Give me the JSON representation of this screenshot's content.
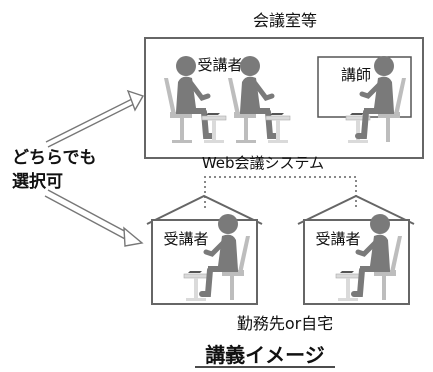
{
  "labels": {
    "meeting_room": "会議室等",
    "learner_top": "受講者",
    "lecturer": "講師",
    "web_conference": "Web会議システム",
    "either_line1": "どちらでも",
    "either_line2": "選択可",
    "learner_left": "受講者",
    "learner_right": "受講者",
    "work_or_home": "勤務先or自宅",
    "caption": "講義イメージ"
  },
  "colors": {
    "figure": "#7a7a7a",
    "chair": "#bdbdbd",
    "desk": "#dadada",
    "frame": "#666666",
    "dotted_line": "#888888"
  },
  "icons": {
    "laptop": "laptop-icon",
    "arrow_up_right": "double-arrow-up-right",
    "arrow_down_right": "double-arrow-down-right"
  }
}
